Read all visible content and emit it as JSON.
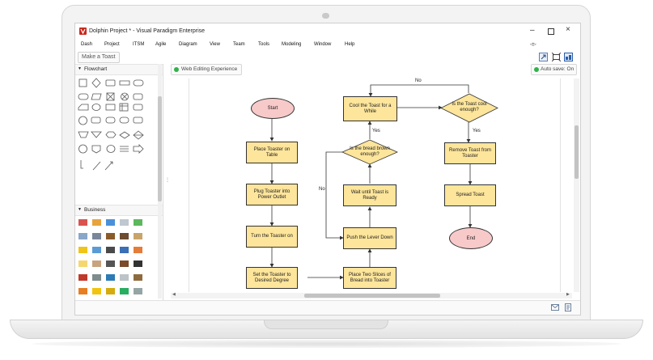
{
  "window": {
    "title": "Dolphin Project * - Visual Paradigm Enterprise",
    "controls": [
      "minimize-icon",
      "maximize-icon",
      "close-icon"
    ],
    "accent": "#c8281e"
  },
  "menu": [
    "Dash",
    "Project",
    "ITSM",
    "Agile",
    "Diagram",
    "View",
    "Team",
    "Tools",
    "Modeling",
    "Window",
    "Help"
  ],
  "diagram_tab": "Make a Toast",
  "palette": {
    "flowchart_label": "Flowchart",
    "business_label": "Business"
  },
  "canvas_bar": {
    "web_editing": "Web Editing Experience",
    "auto_save": "Auto save: On",
    "status_color": "#2fb24a"
  },
  "diagram": {
    "fill_process": "#fde59b",
    "fill_terminal": "#f8c9c9",
    "nodes": {
      "start": "Start",
      "place_toaster": "Place Toaster on Table",
      "plug_toaster": "Plug Toaster into Power Outlet",
      "turn_on": "Turn the Toaster on",
      "set_degree": "Set the Toaster to Desired Degree",
      "place_bread": "Place Two Slices of Bread into Toaster",
      "push_lever": "Push the Lever Down",
      "wait_ready": "Wait until Toast is Ready",
      "bread_brown": "Is the bread brown enough?",
      "cool_toast": "Cool the Toast for a While",
      "toast_cool": "Is the Toast cool enough?",
      "remove_toast": "Remove Toast from Toaster",
      "spread_toast": "Spread Toast",
      "end": "End"
    },
    "edge_labels": {
      "no_top": "No",
      "no_left": "No",
      "yes_left": "Yes",
      "yes_right": "Yes"
    }
  }
}
